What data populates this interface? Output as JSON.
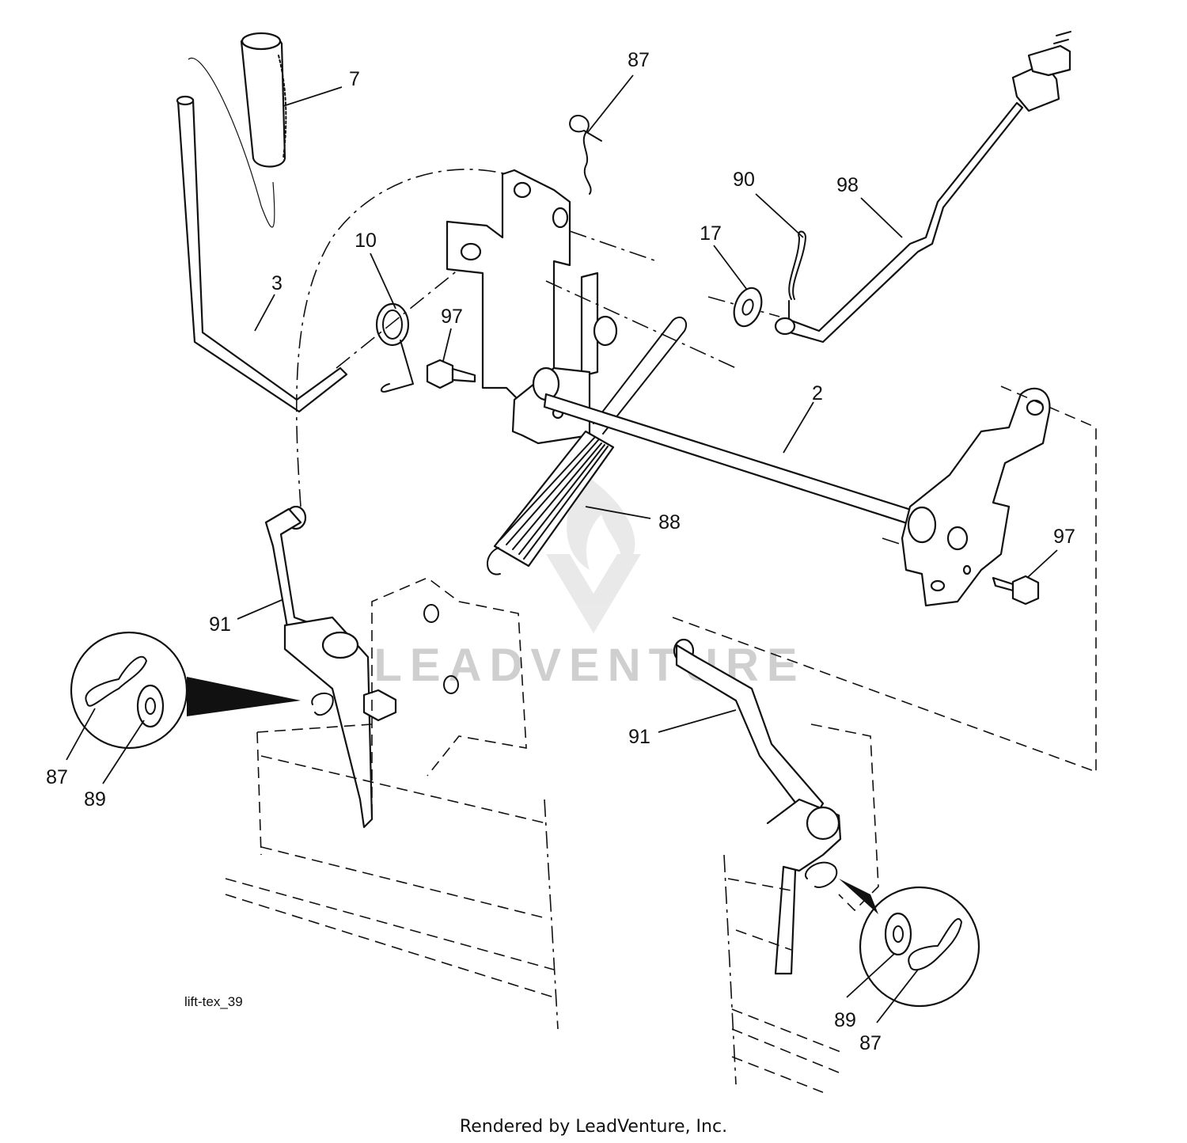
{
  "diagram": {
    "figure_id": "lift-tex_39",
    "footer": "Rendered by LeadVenture, Inc.",
    "watermark": "LEADVENTURE",
    "callouts": {
      "c7": "7",
      "c87_top": "87",
      "c90": "90",
      "c98": "98",
      "c17": "17",
      "c10": "10",
      "c3": "3",
      "c97_left": "97",
      "c2": "2",
      "c88": "88",
      "c97_right": "97",
      "c91_left": "91",
      "c87_left": "87",
      "c89_left": "89",
      "c91_right": "91",
      "c89_right": "89",
      "c87_right": "87"
    }
  }
}
